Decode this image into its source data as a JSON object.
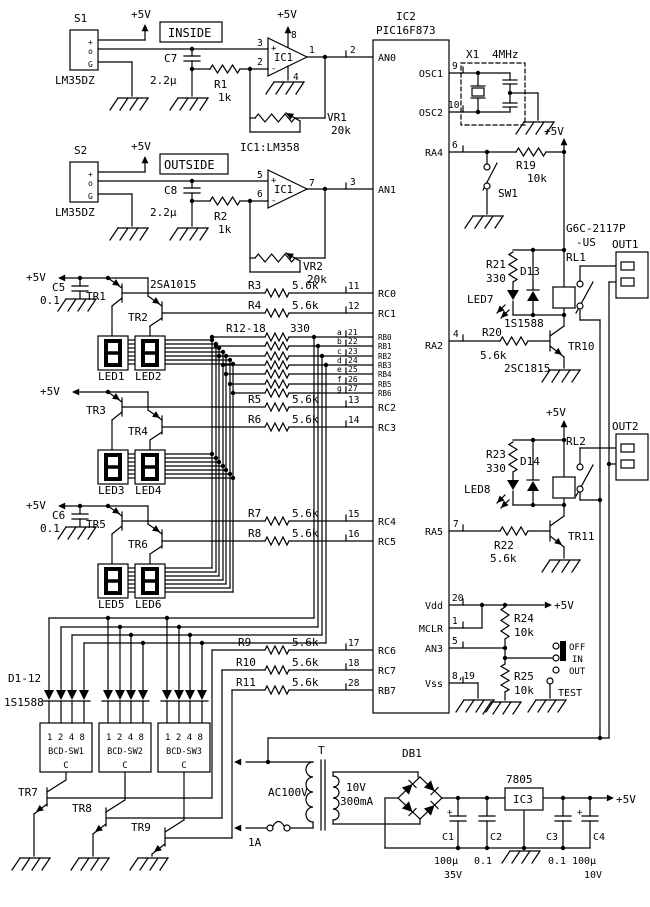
{
  "app": {
    "type": "circuit-schematic",
    "background": "#ffffff",
    "ink": "#000000"
  },
  "labels": {
    "ic2": "IC2",
    "pic": "PIC16F873",
    "s1": "S1",
    "s2": "S2",
    "lm35dz": "LM35DZ",
    "inside": "INSIDE",
    "outside": "OUTSIDE",
    "ic1lm358": "IC1:LM358",
    "ic1": "IC1",
    "plus5v": "+5V",
    "opp": "+",
    "opm": "-",
    "sens_p": "+",
    "sens_o": "o",
    "sens_g": "G",
    "csign": "+",
    "c1": "C1",
    "c2": "C2",
    "c3": "C3",
    "c4": "C4",
    "c5": "C5",
    "c6": "C6",
    "c7": "C7",
    "c8": "C8",
    "r1": "R1",
    "r2": "R2",
    "r3": "R3",
    "r4": "R4",
    "r5": "R5",
    "r6": "R6",
    "r7": "R7",
    "r8": "R8",
    "r9": "R9",
    "r10": "R10",
    "r11": "R11",
    "r1218": "R12-18",
    "r19": "R19",
    "r20": "R20",
    "r21": "R21",
    "r22": "R22",
    "r23": "R23",
    "r24": "R24",
    "r25": "R25",
    "vr1": "VR1",
    "vr2": "VR2",
    "u2p2": "2.2µ",
    "k1": "1k",
    "k20": "20k",
    "k10": "10k",
    "k5p6": "5.6k",
    "v330": "330",
    "v0p1": "0.1",
    "u100": "100µ",
    "v35": "35V",
    "v10": "10V",
    "ma300": "300mA",
    "a1": "1A",
    "p1": "1",
    "p2": "2",
    "p3": "3",
    "p4": "4",
    "p5": "5",
    "p6": "6",
    "p7": "7",
    "p8": "8",
    "p9": "9",
    "p10": "10",
    "p11": "11",
    "p12": "12",
    "p13": "13",
    "p14": "14",
    "p15": "15",
    "p16": "16",
    "p17": "17",
    "p18": "18",
    "p20": "20",
    "p21": "21",
    "p22": "22",
    "p23": "23",
    "p24": "24",
    "p25": "25",
    "p26": "26",
    "p27": "27",
    "p28": "28",
    "p819": "8,19",
    "an0": "AN0",
    "an1": "AN1",
    "an3": "AN3",
    "osc1": "OSC1",
    "osc2": "OSC2",
    "ra2": "RA2",
    "ra4": "RA4",
    "ra5": "RA5",
    "rc0": "RC0",
    "rc1": "RC1",
    "rc2": "RC2",
    "rc3": "RC3",
    "rc4": "RC4",
    "rc5": "RC5",
    "rc6": "RC6",
    "rc7": "RC7",
    "rb0": "RB0",
    "rb1": "RB1",
    "rb2": "RB2",
    "rb3": "RB3",
    "rb4": "RB4",
    "rb5": "RB5",
    "rb6": "RB6",
    "rb7": "RB7",
    "vdd": "Vdd",
    "mclr": "MCLR",
    "vss": "Vss",
    "x1": "X1",
    "mhz4": "4MHz",
    "sw1": "SW1",
    "g6c": "G6C-2117P",
    "g6cus": "-US",
    "rl1": "RL1",
    "rl2": "RL2",
    "out1": "OUT1",
    "out2": "OUT2",
    "d13": "D13",
    "d14": "D14",
    "led7": "LED7",
    "led8": "LED8",
    "is1588": "1S1588",
    "sa1015": "2SA1015",
    "sc1815": "2SC1815",
    "tr1": "TR1",
    "tr2": "TR2",
    "tr3": "TR3",
    "tr4": "TR4",
    "tr5": "TR5",
    "tr6": "TR6",
    "tr7": "TR7",
    "tr8": "TR8",
    "tr9": "TR9",
    "tr10": "TR10",
    "tr11": "TR11",
    "led1": "LED1",
    "led2": "LED2",
    "led3": "LED3",
    "led4": "LED4",
    "led5": "LED5",
    "led6": "LED6",
    "sega": "a",
    "segb": "b",
    "segc": "c",
    "segd": "d",
    "sege": "e",
    "segf": "f",
    "segg": "g",
    "d112": "D1-12",
    "bcdrow": "1 2 4 8",
    "bcd1": "BCD-SW1",
    "bcd2": "BCD-SW2",
    "bcd3": "BCD-SW3",
    "bcdc": "C",
    "t": "T",
    "ac100v": "AC100V",
    "db1": "DB1",
    "n7805": "7805",
    "ic3": "IC3",
    "off": "OFF",
    "in": "IN",
    "out": "OUT",
    "test": "TEST"
  }
}
